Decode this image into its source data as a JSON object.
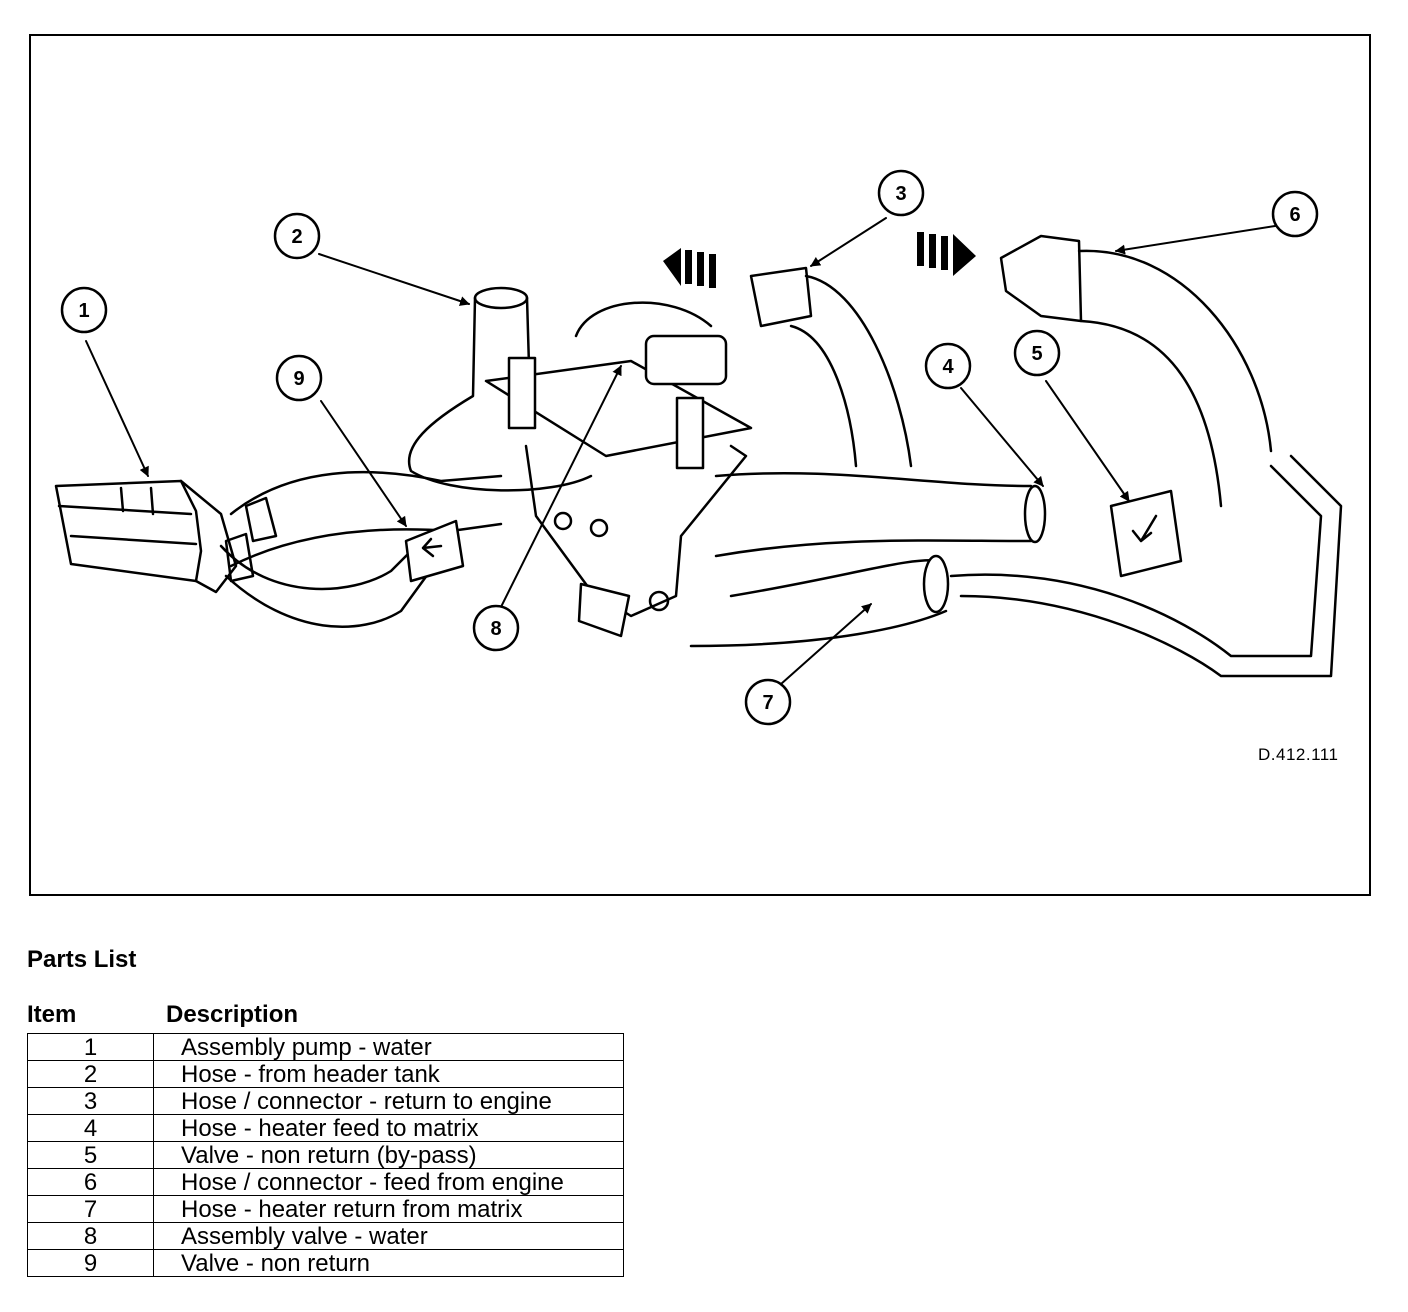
{
  "figure": {
    "reference": "D.412.111",
    "callouts": [
      "1",
      "2",
      "3",
      "4",
      "5",
      "6",
      "7",
      "8",
      "9"
    ]
  },
  "parts_list": {
    "title": "Parts List",
    "headers": {
      "item": "Item",
      "description": "Description"
    },
    "rows": [
      {
        "item": "1",
        "description": "Assembly pump - water"
      },
      {
        "item": "2",
        "description": "Hose - from header tank"
      },
      {
        "item": "3",
        "description": "Hose / connector - return to engine"
      },
      {
        "item": "4",
        "description": "Hose - heater feed to matrix"
      },
      {
        "item": "5",
        "description": "Valve - non return (by-pass)"
      },
      {
        "item": "6",
        "description": "Hose / connector - feed from engine"
      },
      {
        "item": "7",
        "description": "Hose - heater return from matrix"
      },
      {
        "item": "8",
        "description": "Assembly valve - water"
      },
      {
        "item": "9",
        "description": "Valve - non return"
      }
    ]
  }
}
